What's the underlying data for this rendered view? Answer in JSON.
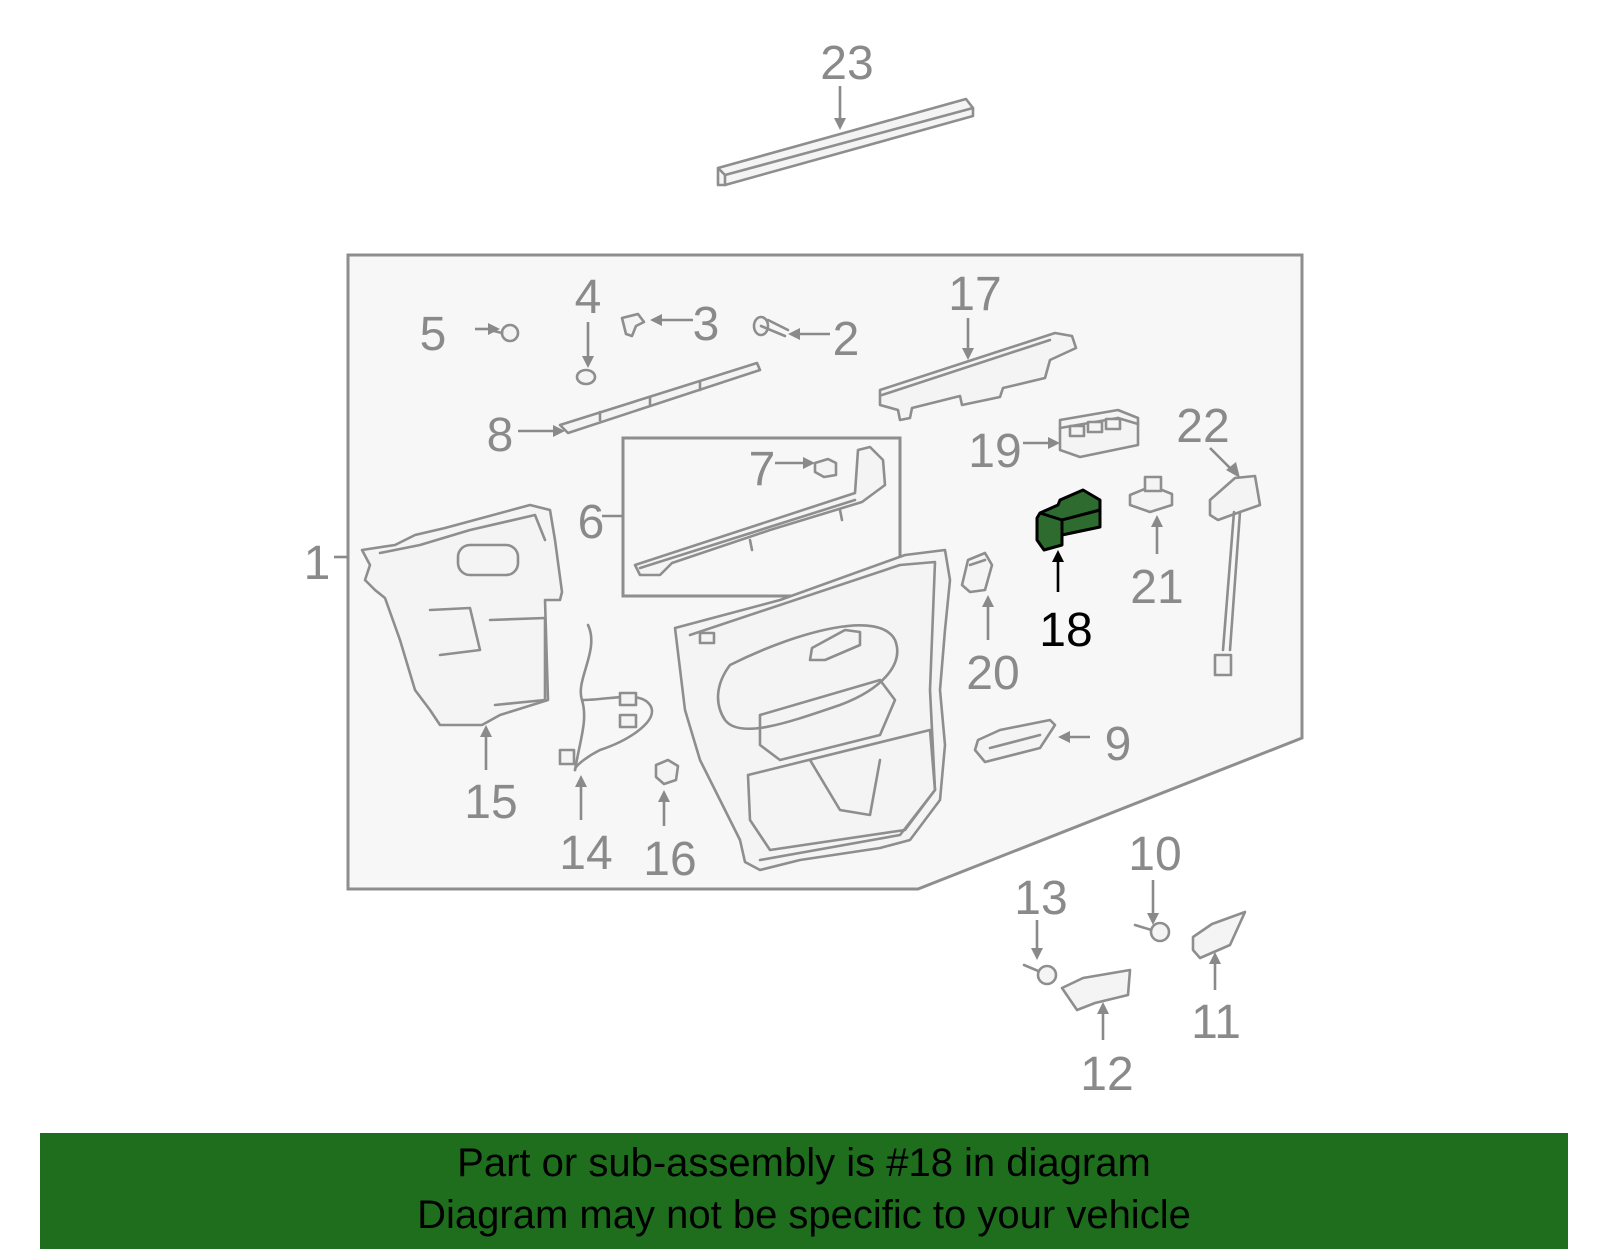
{
  "callouts": {
    "c1": "1",
    "c2": "2",
    "c3": "3",
    "c4": "4",
    "c5": "5",
    "c6": "6",
    "c7": "7",
    "c8": "8",
    "c9": "9",
    "c10": "10",
    "c11": "11",
    "c12": "12",
    "c13": "13",
    "c14": "14",
    "c15": "15",
    "c16": "16",
    "c17": "17",
    "c18": "18",
    "c19": "19",
    "c20": "20",
    "c21": "21",
    "c22": "22",
    "c23": "23"
  },
  "highlight": {
    "part_number": "18",
    "color": "#2e6b2e"
  },
  "banner": {
    "line1": "Part or sub-assembly is #18 in diagram",
    "line2": "Diagram may not be specific to your vehicle",
    "background": "#1e6e1e"
  }
}
